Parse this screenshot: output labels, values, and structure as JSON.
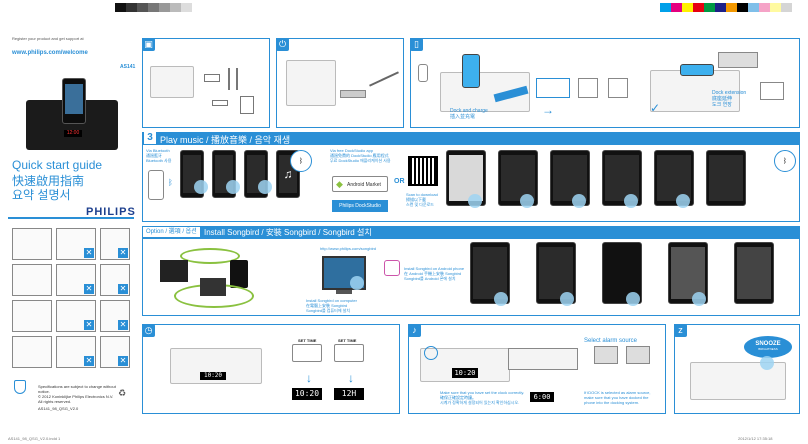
{
  "header": {
    "url": "www.philips.com/welcome",
    "register_text": "Register your product and get support at",
    "model": "AS141"
  },
  "cover": {
    "title_en": "Quick start guide",
    "title_zh": "快速啟用指南",
    "title_ko": "요약 설명서",
    "brand": "PHILIPS",
    "legal_line1": "Specifications are subject to change without notice.",
    "legal_line2": "© 2012 Koninklijke Philips Electronics N.V.",
    "legal_line3": "All rights reserved.",
    "doc_code": "AS141_98_QSG_V2.0"
  },
  "step1": {
    "dock_and_charge": "Dock and charge",
    "dock_and_charge_zh": "插入並充電",
    "dock_and_charge_ko": "도킹 및 충전",
    "dock_extension": "Dock extension",
    "dock_extension_zh": "底座延伸",
    "dock_extension_ko": "도크 연장"
  },
  "play_music": {
    "number": "3",
    "title": "Play music / 播放音樂 / 음악 재생",
    "via_bluetooth": "Via Bluetooth",
    "via_bluetooth_zh": "通過藍牙",
    "via_bluetooth_ko": "Bluetooth 사용",
    "via_app": "Via free DockStudio app",
    "via_app_zh": "通過免費的 DockStudio 應用程式",
    "via_app_ko": "무료 DockStudio 애플리케이션 사용",
    "market_label": "Android Market",
    "brand_app": "Philips DockStudio",
    "or": "OR",
    "scan": "Scan to download",
    "scan_zh": "掃描以下載",
    "scan_ko": "스캔 및 다운로드"
  },
  "option": {
    "label": "Option / 選項 / 옵션",
    "title": "Install Songbird / 安裝 Songbird / Songbird 설치",
    "songbird_url": "http://www.philips.com/songbird",
    "install_android": "Install Songbird on Android phone",
    "install_android_zh": "在 Android 手機上安裝 Songbird",
    "install_android_ko": "Songbird를 Android 폰에 설치",
    "install_computer": "Install Songbird on computer",
    "install_computer_zh": "在電腦上安裝 Songbird",
    "install_computer_ko": "Songbird를 컴퓨터에 설치"
  },
  "clock": {
    "set_time_a": "SET TIME",
    "set_time_b": "SET TIME",
    "display_a": "10:20",
    "display_b": "12H",
    "display_main": "10:20"
  },
  "alarm": {
    "select_source": "Select alarm source",
    "note": "Make sure that you have set the clock correctly.",
    "note_zh": "確保正確設定時鐘。",
    "note_ko": "시계가 정확하게 설정되어 있는지 확인하십시오.",
    "display_left": "10:20",
    "display_right": "6:00",
    "idock_note1": "If iDOCK is selected as alarm source,",
    "idock_note2": "make sure that you have docked the",
    "idock_note3": "phone into the docking system."
  },
  "snooze": {
    "label": "SNOOZE",
    "sub": "BRIGHTNESS"
  },
  "footer": {
    "left": "AS141_98_QSG_V2.0.indd   1",
    "right": "2012/1/12   17:35:18"
  }
}
